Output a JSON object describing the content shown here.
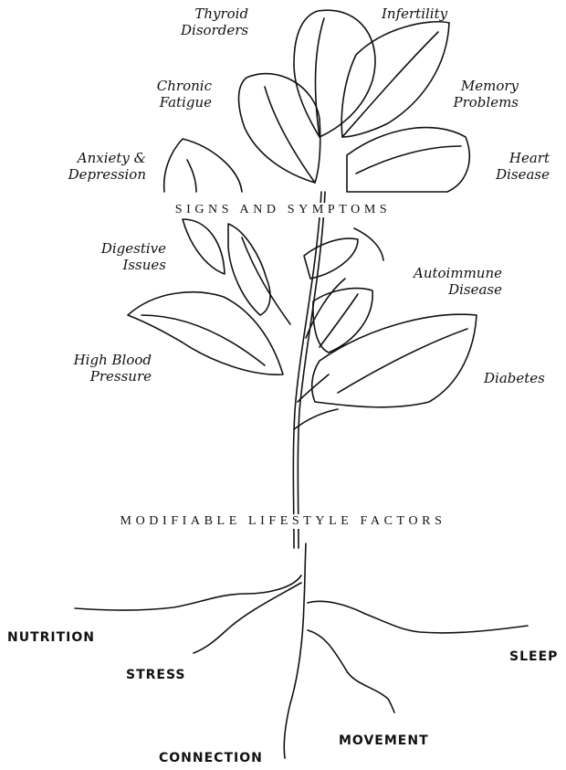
{
  "symptoms": {
    "thyroid": [
      "Thyroid",
      "Disorders"
    ],
    "infertility": [
      "Infertility"
    ],
    "chronic_fatigue": [
      "Chronic",
      "Fatigue"
    ],
    "memory": [
      "Memory",
      "Problems"
    ],
    "anxiety": [
      "Anxiety &",
      "Depression"
    ],
    "heart": [
      "Heart",
      "Disease"
    ],
    "digestive": [
      "Digestive",
      "Issues"
    ],
    "autoimmune": [
      "Autoimmune",
      "Disease"
    ],
    "blood_pressure": [
      "High Blood",
      "Pressure"
    ],
    "diabetes": [
      "Diabetes"
    ]
  },
  "headings": {
    "signs": "SIGNS AND SYMPTOMS",
    "lifestyle": "MODIFIABLE LIFESTYLE FACTORS"
  },
  "roots": {
    "nutrition": "NUTRITION",
    "stress": "STRESS",
    "sleep": "SLEEP",
    "movement": "MOVEMENT",
    "connection": "CONNECTION"
  }
}
